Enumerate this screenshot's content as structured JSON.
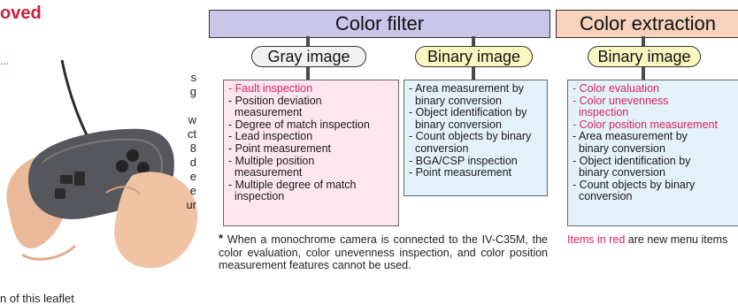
{
  "left_panel": {
    "heading": "oved",
    "subheading": "...",
    "side_lines": [
      "s",
      "g",
      "",
      "w",
      "ct",
      "8",
      "d",
      "e",
      "e",
      "ur"
    ],
    "bottom_line": "n of this leaflet"
  },
  "filter": {
    "title": "Color filter",
    "gray": {
      "label": "Gray image",
      "items": [
        {
          "text": "- Fault inspection",
          "new": true
        },
        {
          "text": "- Position deviation",
          "new": false
        },
        {
          "text": "  measurement",
          "new": false
        },
        {
          "text": "- Degree of match inspection",
          "new": false
        },
        {
          "text": "- Lead inspection",
          "new": false
        },
        {
          "text": "- Point measurement",
          "new": false
        },
        {
          "text": "- Multiple position",
          "new": false
        },
        {
          "text": "  measurement",
          "new": false
        },
        {
          "text": "- Multiple degree of match",
          "new": false
        },
        {
          "text": "  inspection",
          "new": false
        }
      ]
    },
    "binary": {
      "label": "Binary image",
      "items": [
        {
          "text": "- Area measurement by",
          "new": false
        },
        {
          "text": "  binary conversion",
          "new": false
        },
        {
          "text": "- Object identification by",
          "new": false
        },
        {
          "text": "  binary conversion",
          "new": false
        },
        {
          "text": "- Count objects by binary",
          "new": false
        },
        {
          "text": "  conversion",
          "new": false
        },
        {
          "text": "- BGA/CSP inspection",
          "new": false
        },
        {
          "text": "- Point measurement",
          "new": false
        }
      ]
    }
  },
  "extraction": {
    "title": "Color extraction",
    "binary": {
      "label": "Binary image",
      "items": [
        {
          "text": "- Color evaluation",
          "new": true
        },
        {
          "text": "- Color unevenness",
          "new": true
        },
        {
          "text": "  inspection",
          "new": true
        },
        {
          "text": "- Color position measurement",
          "new": true
        },
        {
          "text": "- Area measurement by",
          "new": false
        },
        {
          "text": "  binary conversion",
          "new": false
        },
        {
          "text": "- Object identification by",
          "new": false
        },
        {
          "text": "  binary conversion",
          "new": false
        },
        {
          "text": "- Count objects by binary",
          "new": false
        },
        {
          "text": "  conversion",
          "new": false
        }
      ]
    }
  },
  "footnote": {
    "marker": "*",
    "text": "When a monochrome camera is connected to the IV-C35M, the color evaluation, color unevenness inspection, and color position measurement features cannot be used."
  },
  "legend": {
    "red_part": "Items in red",
    "rest": " are new menu items"
  },
  "colors": {
    "accent_red": "#d9245a",
    "filter_header": "#c9c6ea",
    "extraction_header": "#f7d2bc",
    "pink_box": "#fde6ee",
    "blue_box": "#e3f1fb",
    "yellow_pill": "#fbf7c0"
  }
}
